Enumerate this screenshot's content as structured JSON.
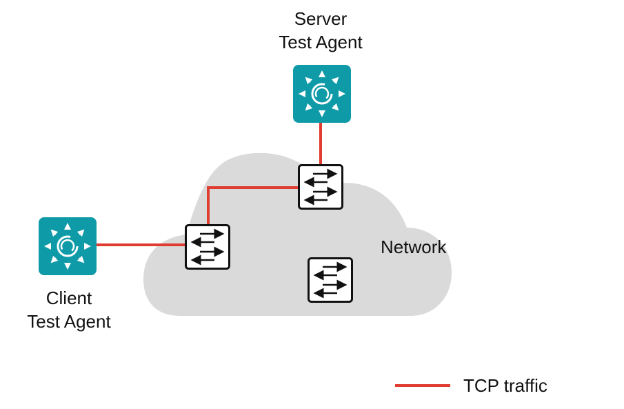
{
  "diagram": {
    "server_agent": {
      "line1": "Server",
      "line2": "Test Agent",
      "icon": "test-agent-icon"
    },
    "client_agent": {
      "line1": "Client",
      "line2": "Test Agent",
      "icon": "test-agent-icon"
    },
    "network": {
      "label": "Network",
      "icon": "cloud-icon"
    },
    "switches": [
      {
        "name": "switch-upper",
        "icon": "switch-arrows-icon"
      },
      {
        "name": "switch-left",
        "icon": "switch-arrows-icon"
      },
      {
        "name": "switch-lower",
        "icon": "switch-arrows-icon"
      }
    ],
    "legend": {
      "items": [
        {
          "label": "TCP traffic",
          "color": "#e03c31"
        }
      ]
    },
    "colors": {
      "agent": "#0e9aa7",
      "cloud": "#dadada",
      "tcp": "#e03c31",
      "switch_border": "#111111"
    }
  }
}
